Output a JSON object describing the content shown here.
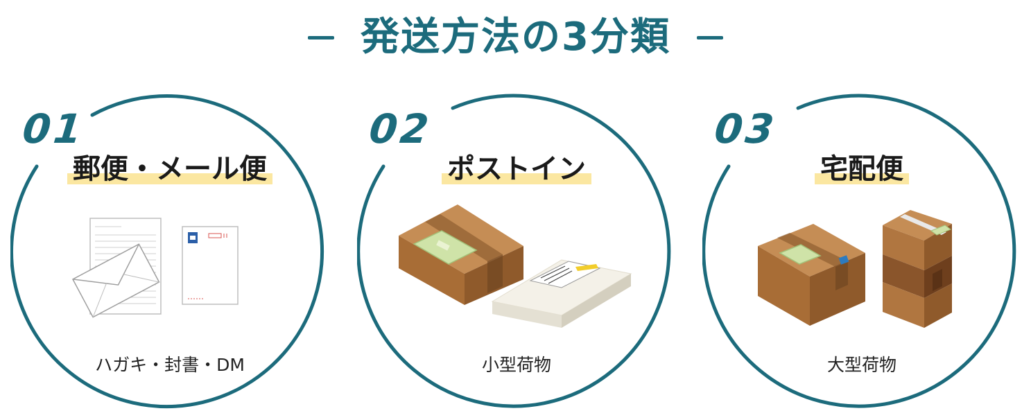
{
  "title": "発送方法の3分類",
  "colors": {
    "accent": "#1c6b7c",
    "highlight": "#fbe7a1",
    "box": "#b57a44"
  },
  "methods": [
    {
      "number": "01",
      "name": "郵便・メール便",
      "items": "ハガキ・封書・DM",
      "illustration": "letters-postcard-icon"
    },
    {
      "number": "02",
      "name": "ポストイン",
      "items": "小型荷物",
      "illustration": "small-packages-icon"
    },
    {
      "number": "03",
      "name": "宅配便",
      "items": "大型荷物",
      "illustration": "large-boxes-icon"
    }
  ]
}
